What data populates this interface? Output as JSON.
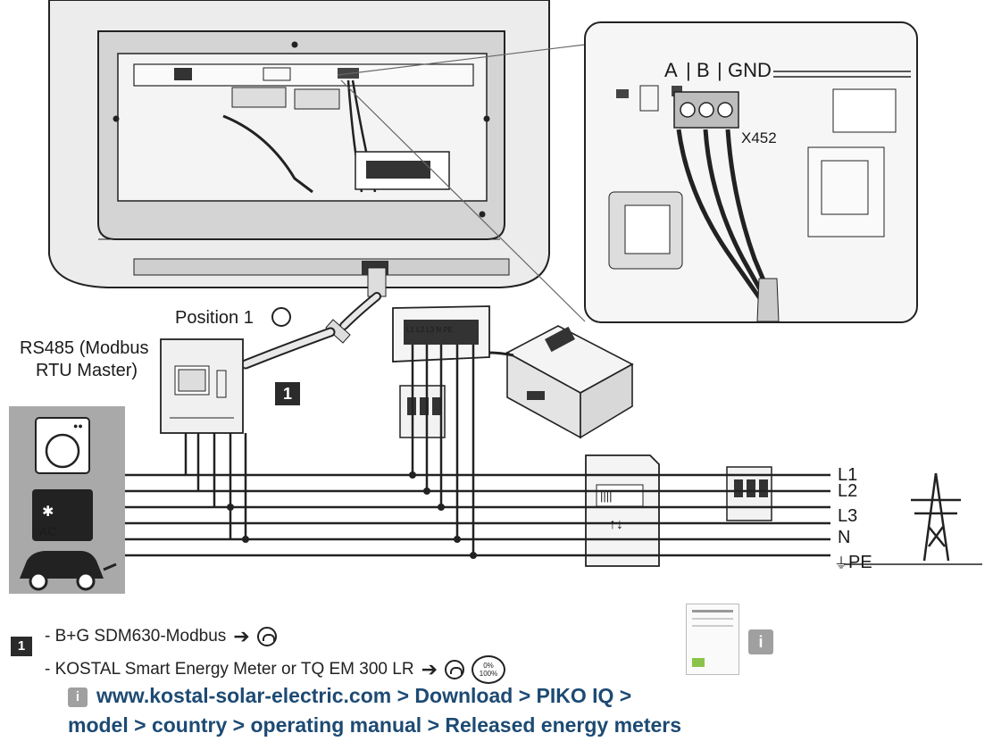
{
  "terminal": {
    "pins": [
      "A",
      "B",
      "GND"
    ],
    "label": "X452"
  },
  "meter": {
    "position_label": "Position 1",
    "rs485_line1": "RS485 (Modbus",
    "rs485_line2": "RTU Master)",
    "badge": "1"
  },
  "consumers": {
    "ac_label": "AC"
  },
  "lines": [
    "L1",
    "L2",
    "L3",
    "N",
    "PE"
  ],
  "legend": {
    "badge": "1",
    "item1": "- B+G SDM630-Modbus",
    "item2": "- KOSTAL Smart Energy Meter or TQ EM 300 LR",
    "icon_pct_top": "0%",
    "icon_pct_bottom": "100%"
  },
  "link": {
    "line1": "www.kostal-solar-electric.com > Download > PIKO IQ >",
    "line2": "model > country > operating manual > Released energy meters"
  },
  "colors": {
    "ink": "#1a1a1a",
    "housing": "#e6e6e6",
    "consumer_panel": "#a9a9a9",
    "link": "#1d4a73"
  }
}
